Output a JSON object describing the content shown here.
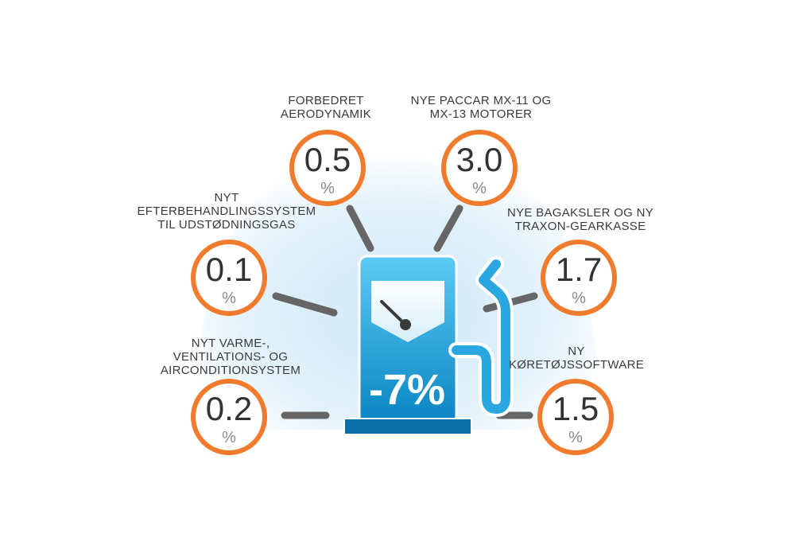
{
  "total": "-7%",
  "unit": "%",
  "colors": {
    "accent": "#f07b2d",
    "pump_top": "#4cc3f0",
    "pump_bottom": "#0a7fbd",
    "background_glow": "#dbeef9",
    "connector": "#666666"
  },
  "icons": [
    "fuel-pump-icon",
    "gauge-needle-icon"
  ],
  "items": [
    {
      "id": "aerodynamik",
      "value": "0.5",
      "label_lines": [
        "FORBEDRET",
        "AERODYNAMIK"
      ]
    },
    {
      "id": "motorer",
      "value": "3.0",
      "label_lines": [
        "NYE PACCAR MX-11 OG",
        "MX-13 MOTORER"
      ]
    },
    {
      "id": "efterbehandling",
      "value": "0.1",
      "label_lines": [
        "NYT",
        "EFTERBEHANDLINGSSYSTEM",
        "TIL UDSTØDNINGSGAS"
      ]
    },
    {
      "id": "bagaksler",
      "value": "1.7",
      "label_lines": [
        "NYE BAGAKSLER OG NY",
        "TRAXON-GEARKASSE"
      ]
    },
    {
      "id": "varme",
      "value": "0.2",
      "label_lines": [
        "NYT VARME-,",
        "VENTILATIONS- OG",
        "AIRCONDITIONSYSTEM"
      ]
    },
    {
      "id": "software",
      "value": "1.5",
      "label_lines": [
        "NY",
        "KØRETØJSSOFTWARE"
      ]
    }
  ]
}
